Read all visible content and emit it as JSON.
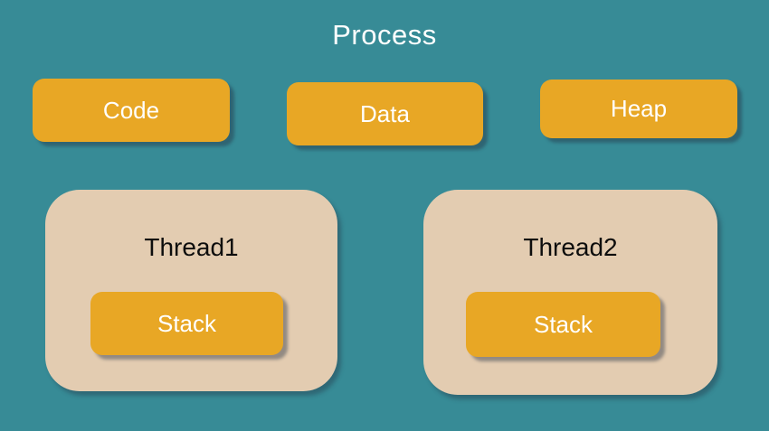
{
  "diagram": {
    "title": "Process",
    "segments": [
      {
        "label": "Code"
      },
      {
        "label": "Data"
      },
      {
        "label": "Heap"
      }
    ],
    "threads": [
      {
        "label": "Thread1",
        "stack_label": "Stack"
      },
      {
        "label": "Thread2",
        "stack_label": "Stack"
      }
    ],
    "colors": {
      "background": "#378b96",
      "box_fill": "#e8a725",
      "box_text": "#ffffff",
      "thread_fill": "#e3ccb1",
      "thread_text": "#0d0d0d",
      "title_text": "#ffffff"
    }
  }
}
